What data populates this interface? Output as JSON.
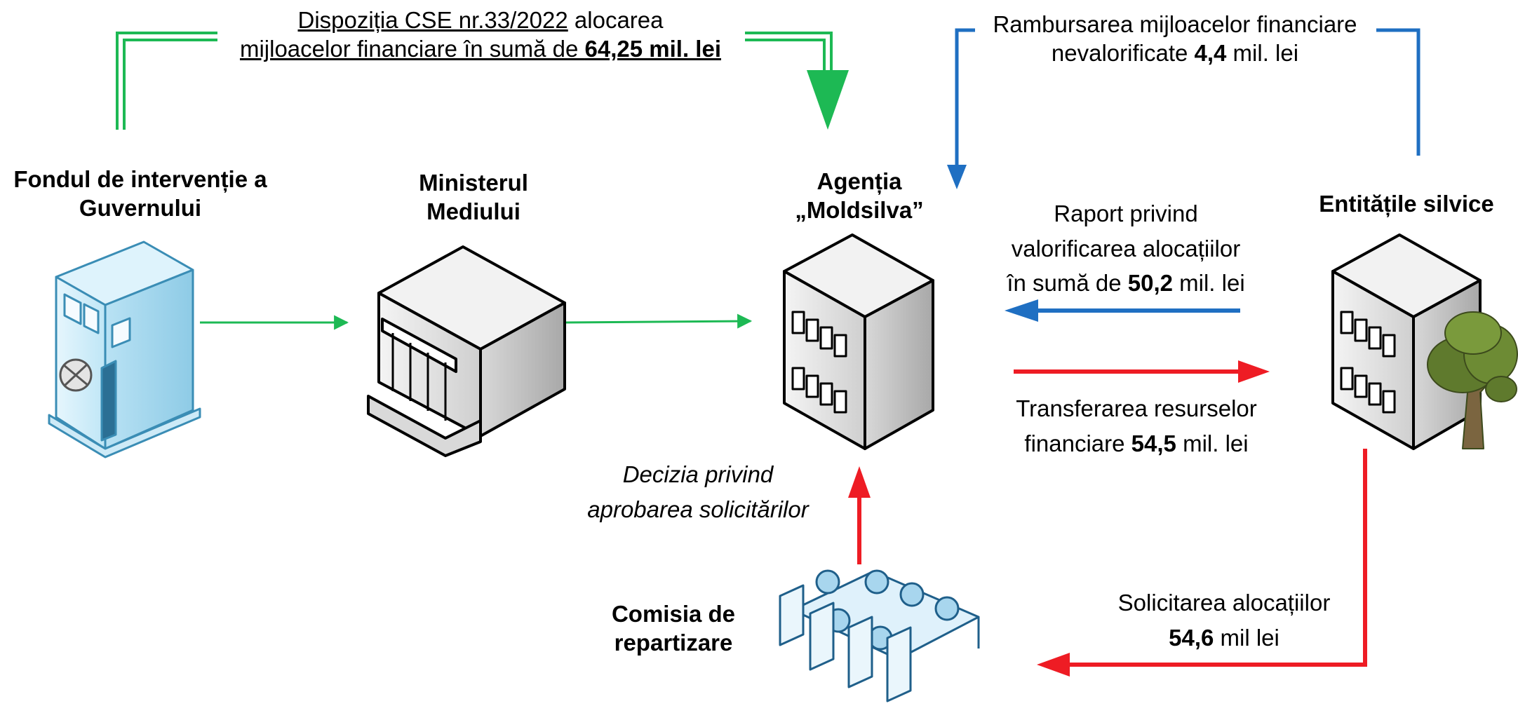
{
  "nodes": {
    "fond": {
      "line1": "Fondul de intervenție a",
      "line2": "Guvernului"
    },
    "minister": {
      "line1": "Ministerul",
      "line2": "Mediului"
    },
    "agentia": {
      "line1": "Agenția",
      "line2": "„Moldsilva”"
    },
    "entitati": {
      "line1": "Entitățile silvice"
    },
    "comisia": {
      "line1": "Comisia de",
      "line2": "repartizare"
    }
  },
  "flows": {
    "dispozitia": {
      "l1_underlined": "Dispoziția CSE nr.33/2022",
      "l1_rest": " alocarea",
      "l2_pre": "mijloacelor financiare în sumă de ",
      "l2_bold": "64,25 mil. lei"
    },
    "rambursarea": {
      "l1": "Rambursarea mijloacelor financiare",
      "l2_pre": "nevalorificate ",
      "l2_bold": "4,4",
      "l2_post": " mil. lei"
    },
    "raport": {
      "l1": "Raport privind",
      "l2": "valorificarea alocațiilor",
      "l3_pre": "în sumă de ",
      "l3_bold": "50,2",
      "l3_post": " mil. lei"
    },
    "transferarea": {
      "l1": "Transferarea resurselor",
      "l2_pre": "financiare ",
      "l2_bold": "54,5",
      "l2_post": " mil. lei"
    },
    "decizia": {
      "l1": "Decizia privind",
      "l2": "aprobarea solicitărilor"
    },
    "solicitarea": {
      "l1": "Solicitarea alocațiilor",
      "l2_bold": "54,6",
      "l2_post": " mil lei"
    }
  },
  "icons": {
    "fond": "bank-vault-building-icon",
    "minister": "government-building-icon",
    "agentia": "office-building-icon",
    "entitati": "office-building-with-tree-icon",
    "comisia": "meeting-table-icon"
  },
  "colors": {
    "green": "#1db954",
    "blue": "#1f6fc2",
    "red": "#ee1c24"
  }
}
